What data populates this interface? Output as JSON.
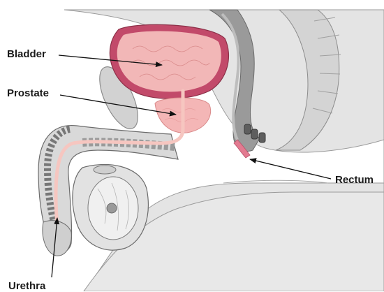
{
  "labels": {
    "bladder": "Bladder",
    "prostate": "Prostate",
    "rectum": "Rectum",
    "urethra": "Urethra"
  },
  "colors": {
    "skin": "#e4e4e4",
    "skin_light": "#efefef",
    "background": "#ffffff",
    "outline": "#7a7a7a",
    "bone": "#c8c8c8",
    "dark_tissue": "#8a8a8a",
    "bladder_wall": "#c24a6a",
    "bladder_inner": "#f2b7b7",
    "prostate": "#f4b6b6",
    "urethra": "#f6c6c0",
    "rectum_pink": "#e27a90",
    "arrow": "#111111"
  }
}
